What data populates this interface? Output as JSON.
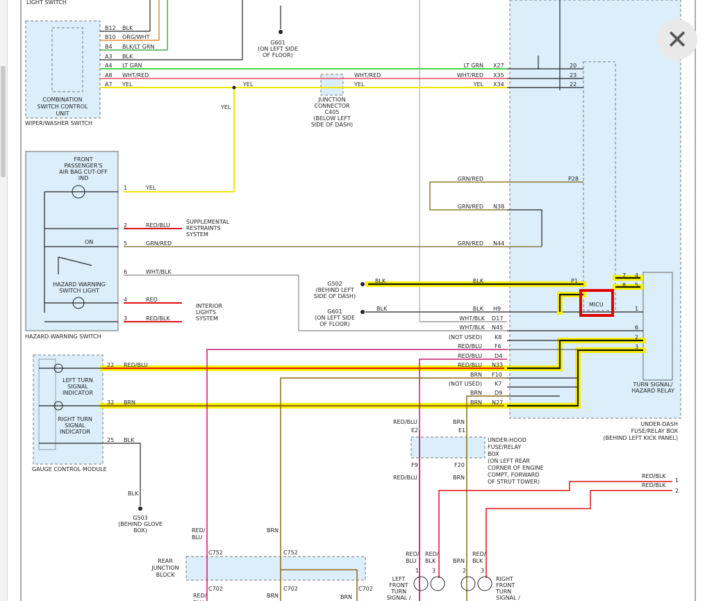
{
  "viewer": {
    "close_glyph": "✕"
  },
  "components": {
    "combo_switch": [
      "COMBINATION",
      "SWITCH CONTROL",
      "UNIT"
    ],
    "wiper_switch": "WIPER/WASHER SWITCH",
    "airbag_ind": [
      "FRONT",
      "PASSENGER'S",
      "AIR BAG CUT-OFF",
      "IND"
    ],
    "hazard_light": [
      "HAZARD WARNING",
      "SWITCH LIGHT"
    ],
    "hazard_switch": "HAZARD WARNING SWITCH",
    "on_label": "ON",
    "left_turn_ind": [
      "LEFT TURN",
      "SIGNAL",
      "INDICATOR"
    ],
    "right_turn_ind": [
      "RIGHT TURN",
      "SIGNAL",
      "INDICATOR"
    ],
    "gauge_module": "GAUGE CONTROL MODULE",
    "micu": "MICU",
    "turn_relay": [
      "TURN SIGNAL/",
      "HAZARD RELAY"
    ],
    "underdash_box": [
      "UNDER-DASH",
      "FUSE/RELAY BOX",
      "(BEHIND LEFT KICK PANEL)"
    ],
    "underhood_box": [
      "UNDER-HOOD",
      "FUSE/RELAY",
      "BOX",
      "(ON LEFT REAR",
      "CORNER OF ENGINE",
      "COMPT, FORWARD",
      "OF STRUT TOWER)"
    ],
    "junction_c405": [
      "JUNCTION",
      "CONNECTOR",
      "C405",
      "(BELOW LEFT",
      "SIDE OF DASH)"
    ],
    "rear_junction": [
      "REAR",
      "JUNCTION",
      "BLOCK"
    ],
    "srs": [
      "SUPPLEMENTAL",
      "RESTRAINTS",
      "SYSTEM"
    ],
    "interior_lights": [
      "INTERIOR",
      "LIGHTS",
      "SYSTEM"
    ],
    "left_front_turn": [
      "LEFT",
      "FRONT",
      "TURN",
      "SIGNAL /"
    ],
    "right_front_turn": [
      "RIGHT",
      "FRONT",
      "TURN",
      "SIGNAL /"
    ],
    "top_cut": "LIGHT SWITCH"
  },
  "grounds": {
    "g601_top": [
      "G601",
      "(ON LEFT SIDE",
      "OF FLOOR)"
    ],
    "g502": [
      "G502",
      "(BEHIND LEFT",
      "SIDE OF DASH)"
    ],
    "g601_mid": [
      "G601",
      "(ON LEFT SIDE",
      "OF FLOOR)"
    ],
    "g503": [
      "G503",
      "(BEHIND GLOVE",
      "BOX)"
    ]
  },
  "combo_pins": [
    {
      "pin": "B12",
      "wire": "BLK"
    },
    {
      "pin": "B10",
      "wire": "ORG/WHT"
    },
    {
      "pin": "B4",
      "wire": "BLK/LT GRN"
    },
    {
      "pin": "A3",
      "wire": "BLK"
    },
    {
      "pin": "A4",
      "wire": "LT GRN"
    },
    {
      "pin": "A8",
      "wire": "WHT/RED"
    },
    {
      "pin": "A7",
      "wire": "YEL"
    }
  ],
  "wires": {
    "yel": "YEL",
    "wht_red": "WHT/RED",
    "lt_grn": "LT GRN",
    "blk": "BLK",
    "grn_red": "GRN/RED",
    "red_blu": "RED/BLU",
    "wht_blk": "WHT/BLK",
    "red": "RED",
    "red_blk": "RED/BLK",
    "brn": "BRN",
    "not_used": "(NOT USED)",
    "red_split": [
      "RED/",
      "BLU"
    ],
    "red_blk_split": [
      "RED/",
      "BLK"
    ]
  },
  "pins": {
    "x27": "X27",
    "x35": "X35",
    "x34": "X34",
    "p28": "P28",
    "n38": "N38",
    "n44": "N44",
    "p1": "P1",
    "h9": "H9",
    "d17": "D17",
    "n45": "N45",
    "k8": "K8",
    "f6": "F6",
    "d4": "D4",
    "n33": "N33",
    "f10": "F10",
    "k7": "K7",
    "d9": "D9",
    "n27": "N27",
    "n20": "20",
    "n23": "23",
    "n22": "22",
    "relay_pins": [
      "7",
      "8",
      "1",
      "6",
      "2",
      "3"
    ],
    "relay_right": [
      "4",
      "5"
    ],
    "e2": "E2",
    "e1": "E1",
    "f9": "F9",
    "f20": "F20",
    "c752": "C752",
    "c702": "C702",
    "p1n": "1",
    "p2n": "2",
    "p5n": "5",
    "p6n": "6",
    "p4n": "4",
    "p3n": "3",
    "p22": "22",
    "p32": "32",
    "p25": "25"
  },
  "colors": {
    "yel": "#f2e600",
    "wht_red": "#e8505a",
    "lt_grn": "#44d144",
    "blk": "#222222",
    "grn_red": "#8a7a3a",
    "red_blu": "#c2186b",
    "red": "#e01010",
    "brn": "#8b6914",
    "wht_blk": "#888888",
    "highlight": "#f7f000",
    "micu_box": "#e00000",
    "bg_box": "#dbeefa"
  }
}
